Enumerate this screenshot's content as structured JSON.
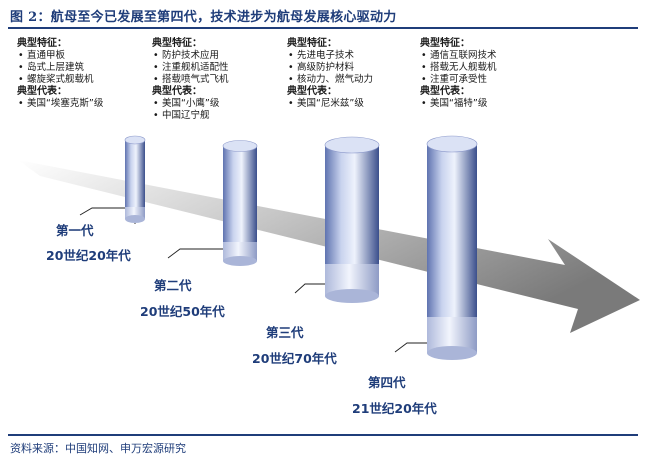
{
  "figure": {
    "title": "图 2：航母至今已发展至第四代，技术进步为航母发展核心驱动力",
    "source": "资料来源：中国知网、申万宏源研究"
  },
  "generations": [
    {
      "name": "第一代",
      "era": "20世纪20年代",
      "features_heading": "典型特征：",
      "features": [
        "直通甲板",
        "岛式上层建筑",
        "螺旋桨式舰载机"
      ],
      "examples_heading": "典型代表：",
      "examples": [
        "美国“埃塞克斯”级"
      ]
    },
    {
      "name": "第二代",
      "era": "20世纪50年代",
      "features_heading": "典型特征：",
      "features": [
        "防护技术应用",
        "注重舰机适配性",
        "搭载喷气式飞机"
      ],
      "examples_heading": "典型代表：",
      "examples": [
        "美国“小鹰”级",
        "中国辽宁舰"
      ]
    },
    {
      "name": "第三代",
      "era": "20世纪70年代",
      "features_heading": "典型特征：",
      "features": [
        "先进电子技术",
        "高级防护材料",
        "核动力、燃气动力"
      ],
      "examples_heading": "典型代表：",
      "examples": [
        "美国“尼米兹”级"
      ]
    },
    {
      "name": "第四代",
      "era": "21世纪20年代",
      "features_heading": "典型特征：",
      "features": [
        "通信互联网技术",
        "搭载无人舰载机",
        "注重可承受性"
      ],
      "examples_heading": "典型代表：",
      "examples": [
        "美国“福特”级"
      ]
    }
  ]
}
